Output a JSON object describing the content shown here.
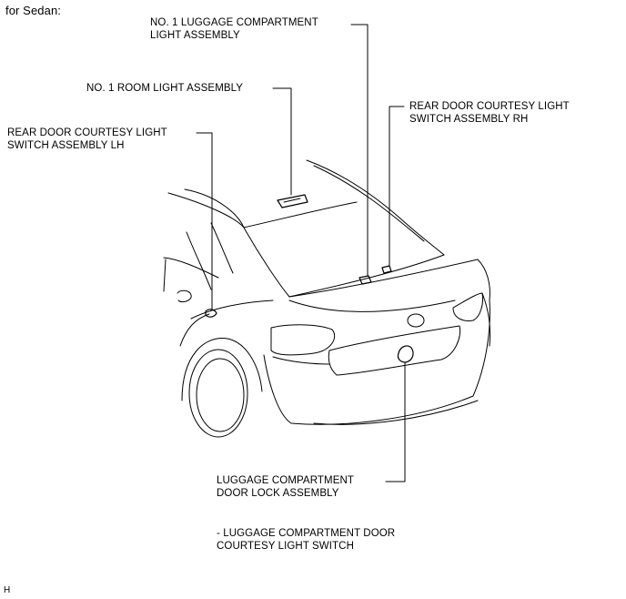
{
  "heading": "for Sedan:",
  "labels": {
    "luggage_light": [
      "NO. 1 LUGGAGE COMPARTMENT",
      "LIGHT ASSEMBLY"
    ],
    "room_light": [
      "NO. 1 ROOM LIGHT ASSEMBLY"
    ],
    "courtesy_rh": [
      "REAR DOOR COURTESY LIGHT",
      "SWITCH ASSEMBLY RH"
    ],
    "courtesy_lh": [
      "REAR DOOR COURTESY LIGHT",
      "SWITCH ASSEMBLY LH"
    ],
    "door_lock": [
      "LUGGAGE COMPARTMENT",
      "DOOR LOCK ASSEMBLY"
    ],
    "courtesy_switch": [
      "- LUGGAGE COMPARTMENT DOOR",
      "COURTESY LIGHT SWITCH"
    ]
  },
  "footer_code": "H"
}
